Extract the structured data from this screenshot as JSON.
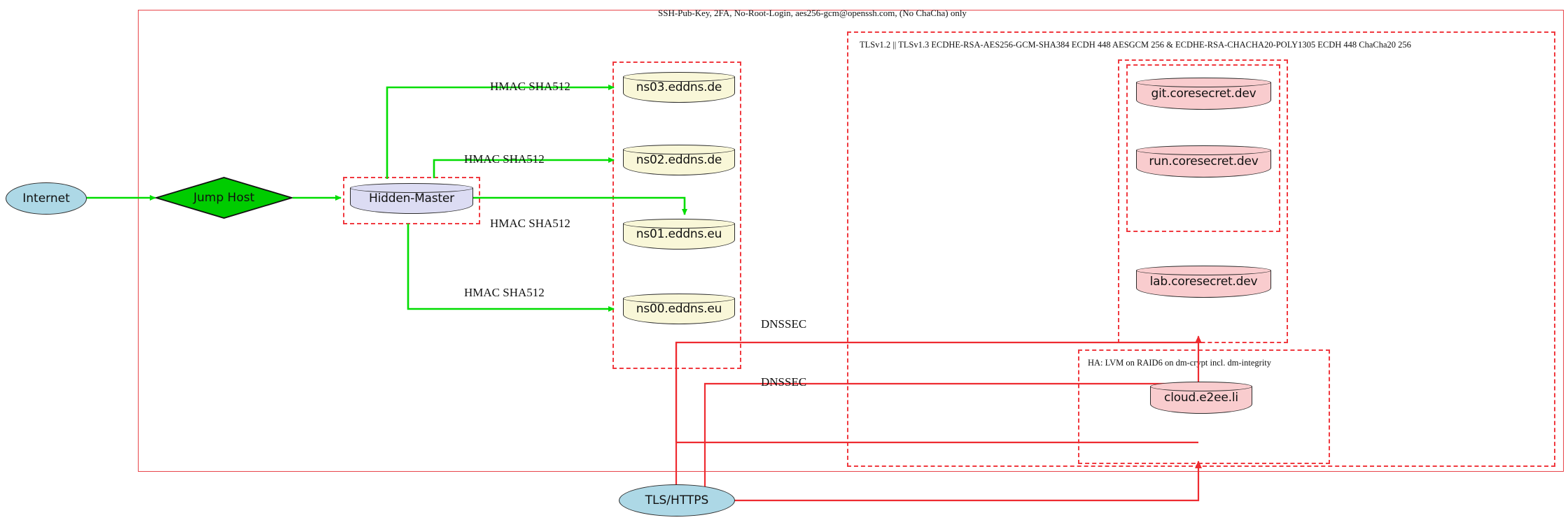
{
  "diagram": {
    "title_label": "SSH-Pub-Key, 2FA, No-Root-Login, aes256-gcm@openssh.com, (No ChaCha) only",
    "tls_cluster_label": "TLSv1.2 || TLSv1.3 ECDHE-RSA-AES256-GCM-SHA384 ECDH 448 AESGCM 256 & ECDHE-RSA-CHACHA20-POLY1305 ECDH 448 ChaCha20 256",
    "ha_cluster_label": "HA: LVM on RAID6 on dm-crypt incl. dm-integrity"
  },
  "nodes": {
    "internet": "Internet",
    "jump_host": "Jump Host",
    "hidden_master": "Hidden-Master",
    "ns03": "ns03.eddns.de",
    "ns02": "ns02.eddns.de",
    "ns01": "ns01.eddns.eu",
    "ns00": "ns00.eddns.eu",
    "git": "git.coresecret.dev",
    "run": "run.coresecret.dev",
    "lab": "lab.coresecret.dev",
    "cloud": "cloud.e2ee.li",
    "tls_https": "TLS/HTTPS"
  },
  "edge_labels": {
    "hmac_ns03": "HMAC SHA512",
    "hmac_ns02": "HMAC SHA512",
    "hmac_ns01": "HMAC SHA512",
    "hmac_ns00": "HMAC SHA512",
    "dnssec_1": "DNSSEC",
    "dnssec_2": "DNSSEC"
  },
  "colors": {
    "red": "#ee2b30",
    "green": "#00e000",
    "cylinder_yellow": "#f9f7d8",
    "cylinder_pink": "#f9ccce",
    "cylinder_lavender": "#dcdcf3",
    "ellipse_blue": "#add8e6",
    "diamond_green": "#00cc00"
  }
}
